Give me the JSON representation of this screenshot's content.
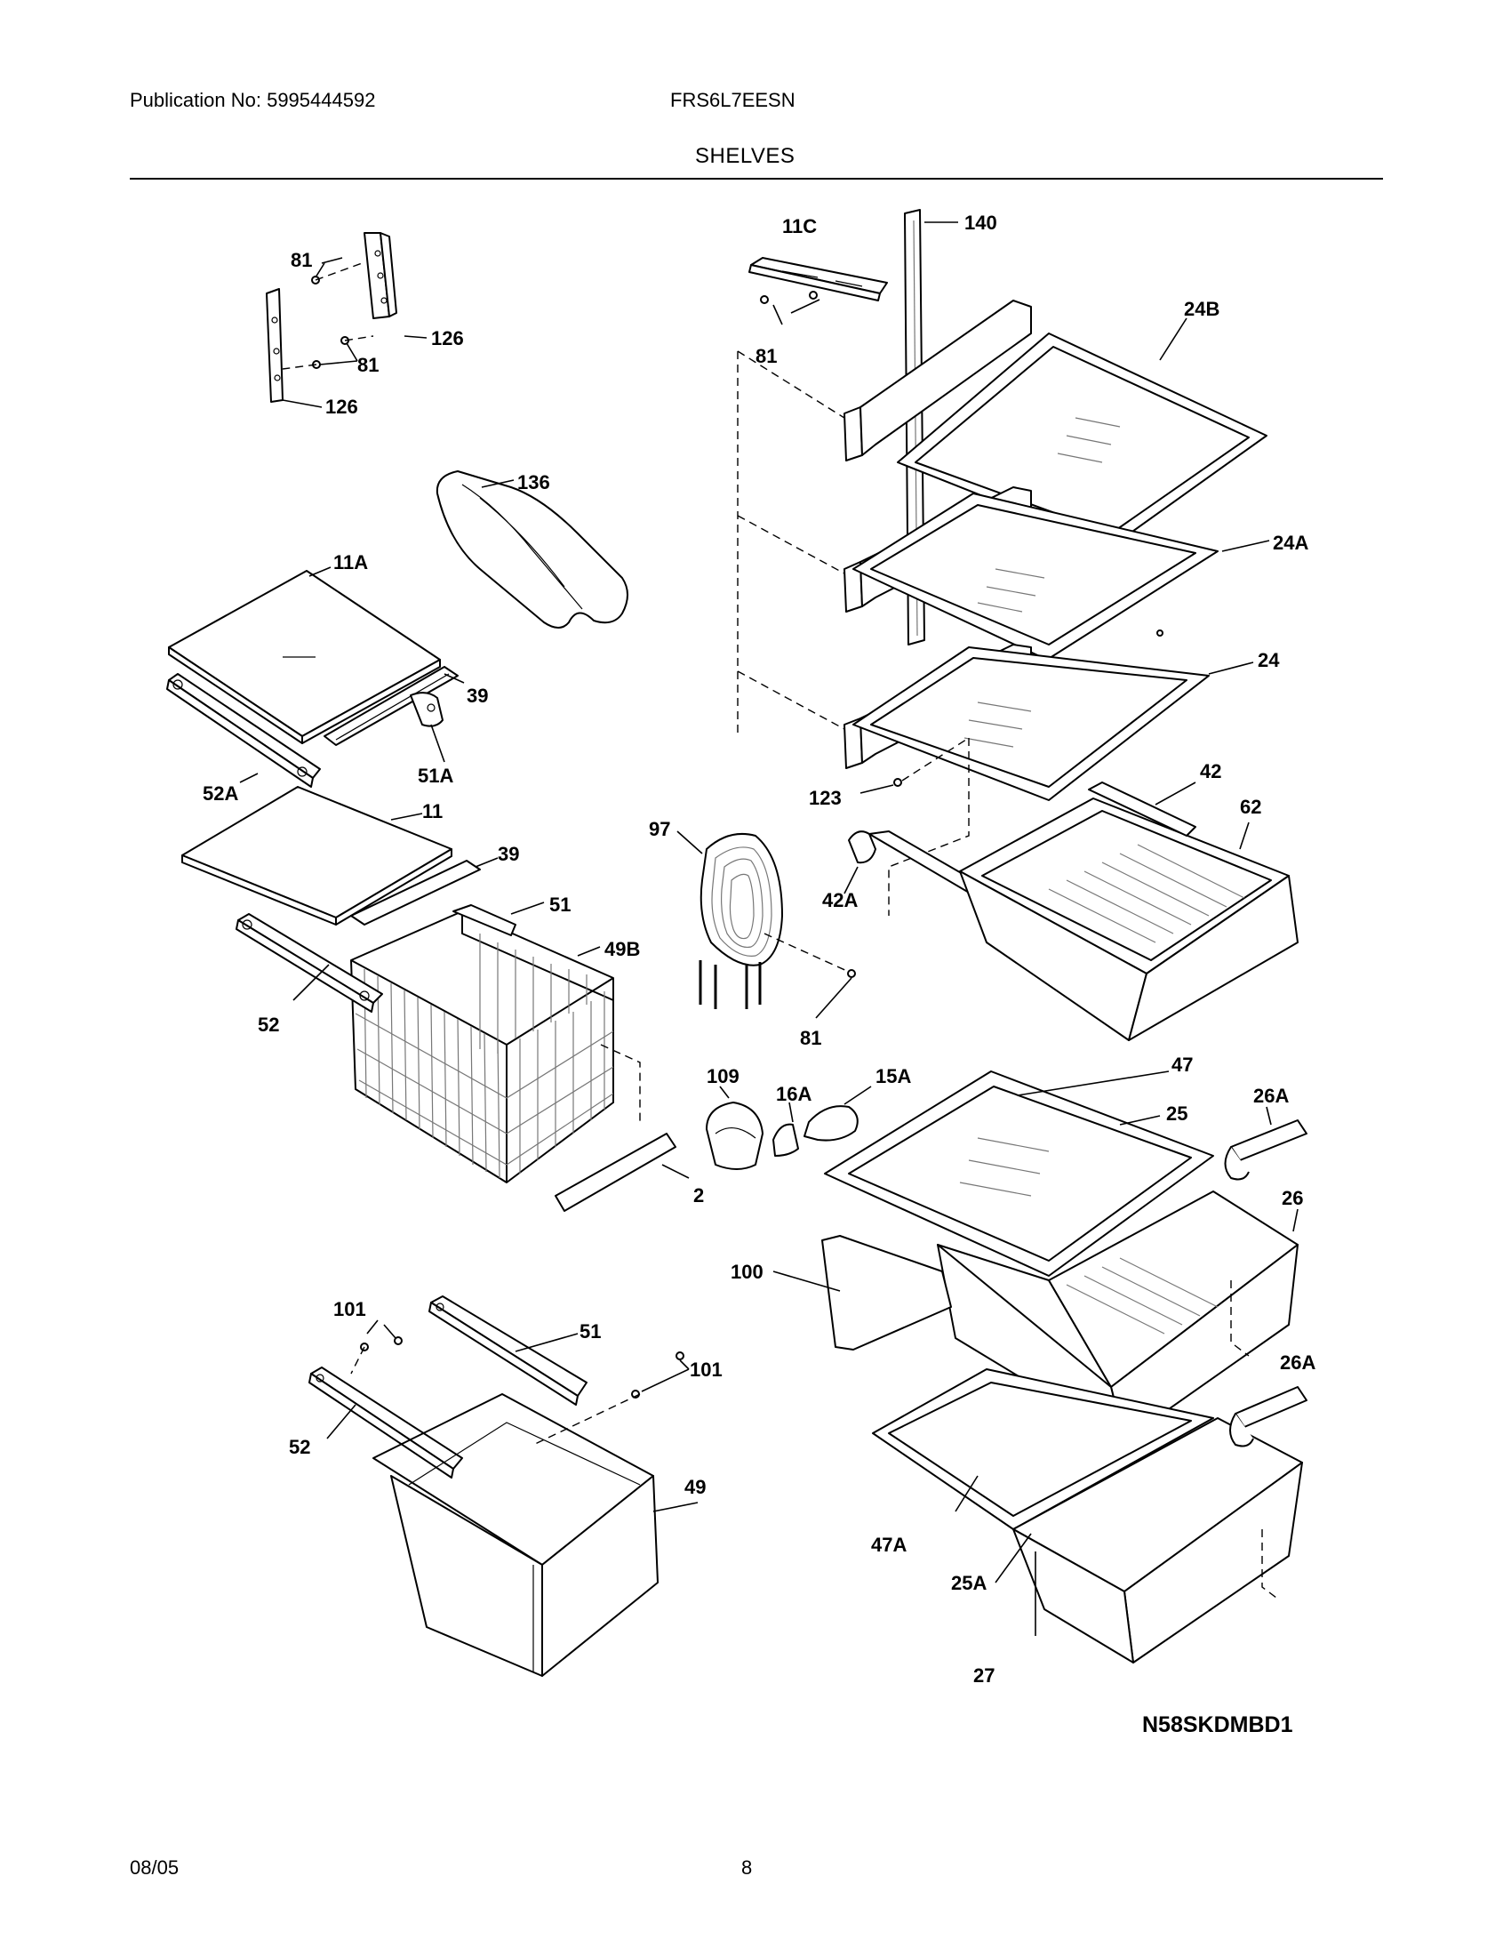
{
  "header": {
    "publication": "Publication No: 5995444592",
    "model": "FRS6L7EESN",
    "section_title": "SHELVES"
  },
  "diagram": {
    "drawing_code": "N58SKDMBD1",
    "callouts": {
      "c81_a": "81",
      "c126_a": "126",
      "c81_b": "81",
      "c126_b": "126",
      "c136": "136",
      "c11a": "11A",
      "c39_a": "39",
      "c52a": "52A",
      "c51a": "51A",
      "c11": "11",
      "c39_b": "39",
      "c51_a": "51",
      "c49b": "49B",
      "c52_a": "52",
      "c11c": "11C",
      "c140": "140",
      "c81_c": "81",
      "c24b": "24B",
      "c24a": "24A",
      "c24": "24",
      "c123": "123",
      "c42": "42",
      "c62": "62",
      "c42a": "42A",
      "c97": "97",
      "c81_d": "81",
      "c109": "109",
      "c16a": "16A",
      "c15a": "15A",
      "c47": "47",
      "c25": "25",
      "c26a_a": "26A",
      "c26": "26",
      "c2": "2",
      "c100": "100",
      "c101_a": "101",
      "c51_b": "51",
      "c101_b": "101",
      "c52_b": "52",
      "c49": "49",
      "c26a_b": "26A",
      "c47a": "47A",
      "c25a": "25A",
      "c27": "27"
    }
  },
  "footer": {
    "date": "08/05",
    "page": "8"
  }
}
